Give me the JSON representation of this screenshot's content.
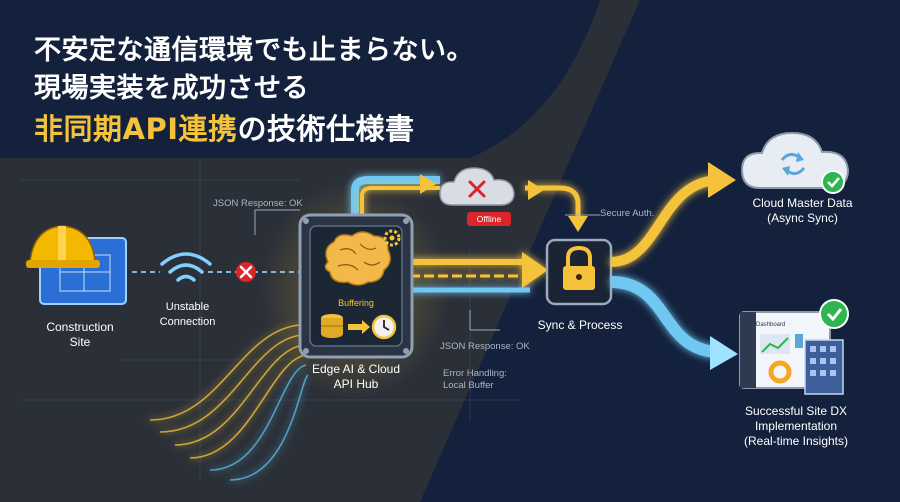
{
  "title": {
    "line1": "不安定な通信環境でも止まらない。",
    "line2": "現場実装を成功させる",
    "line3_highlight": "非同期API連携",
    "line3_rest": "の技術仕様書"
  },
  "nodes": {
    "construction": "Construction\nSite",
    "connection": "Unstable\nConnection",
    "hub": "Edge AI & Cloud\nAPI Hub",
    "buffering": "Buffering",
    "sync": "Sync & Process",
    "cloud": "Cloud Master Data\n(Async Sync)",
    "success": "Successful Site DX\nImplementation\n(Real-time Insights)",
    "dashboard": "Dashboard"
  },
  "annotations": {
    "json_ok_top": "JSON Response: OK",
    "json_ok_bottom": "JSON Response: OK",
    "secure_auth": "Secure Auth.",
    "error_handling": "Error Handling:\nLocal Buffer",
    "offline": "Offline"
  },
  "colors": {
    "accent_yellow": "#f5c33b",
    "accent_blue": "#5fc3f0",
    "error_red": "#d9262a",
    "ok_green": "#2fb550",
    "navy": "#13213d"
  },
  "icons": [
    "hard-hat-icon",
    "blueprint-icon",
    "wifi-icon",
    "error-x-icon",
    "brain-icon",
    "gear-icon",
    "database-icon",
    "clock-icon",
    "cloud-offline-icon",
    "lock-icon",
    "cloud-sync-icon",
    "check-icon",
    "dashboard-icon",
    "building-icon"
  ]
}
